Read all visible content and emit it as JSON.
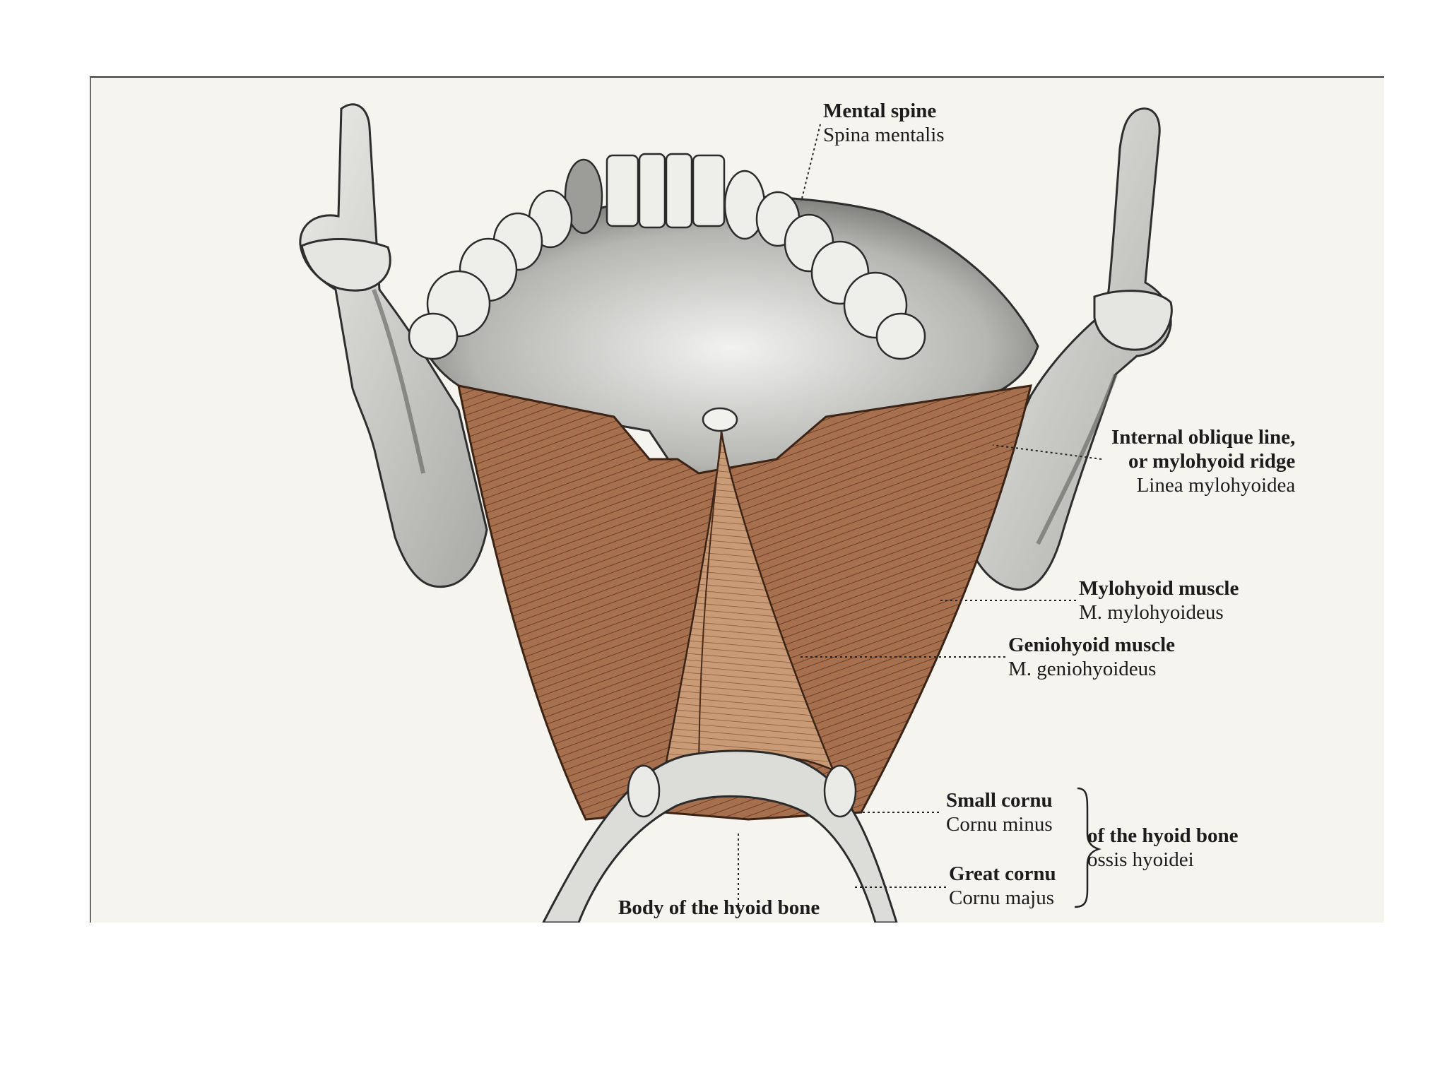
{
  "colors": {
    "paper": "#f6f4ef",
    "bone": "#d9d9d6",
    "bone_shade": "#9b9b98",
    "muscle": "#a66f4e",
    "muscle_light": "#c89a76",
    "ink": "#1c1c1c"
  },
  "labels": {
    "mental_spine": {
      "en": "Mental spine",
      "la": "Spina mentalis"
    },
    "internal_oblique": {
      "en1": "Internal oblique line,",
      "en2": "or mylohyoid ridge",
      "la": "Linea mylohyoidea"
    },
    "mylohyoid": {
      "en": "Mylohyoid muscle",
      "la": "M. mylohyoideus"
    },
    "geniohyoid": {
      "en": "Geniohyoid muscle",
      "la": "M. geniohyoideus"
    },
    "small_cornu": {
      "en": "Small cornu",
      "la": "Cornu minus"
    },
    "great_cornu": {
      "en": "Great cornu",
      "la": "Cornu majus"
    },
    "hyoid_group": {
      "en": "of the hyoid bone",
      "la": "ossis hyoidei"
    },
    "body_hyoid": {
      "en": "Body of the hyoid bone"
    }
  }
}
